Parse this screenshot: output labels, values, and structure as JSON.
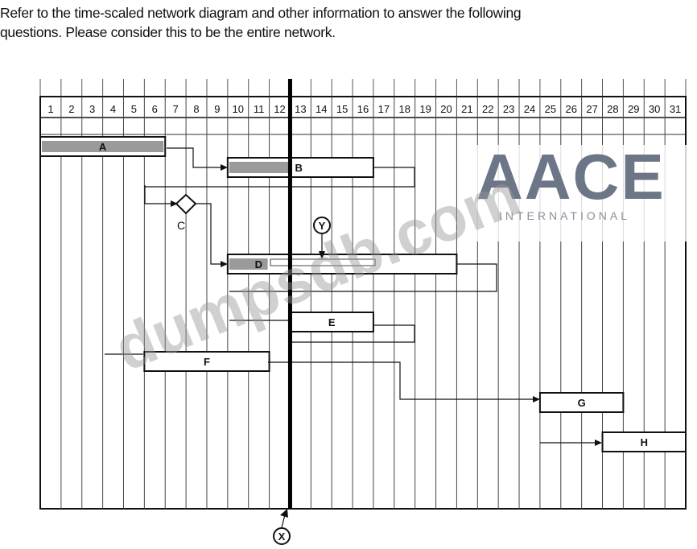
{
  "question": {
    "line1": "Refer to the time-scaled network diagram and other information to answer the following",
    "line2": "questions. Please consider this to be the entire network."
  },
  "columns": [
    "1",
    "2",
    "3",
    "4",
    "5",
    "6",
    "7",
    "8",
    "9",
    "10",
    "11",
    "12",
    "13",
    "14",
    "15",
    "16",
    "17",
    "18",
    "19",
    "20",
    "21",
    "22",
    "23",
    "24",
    "25",
    "26",
    "27",
    "28",
    "29",
    "30",
    "31"
  ],
  "activities": [
    {
      "label": "A",
      "start": 1,
      "end": 6,
      "progress_end": 6
    },
    {
      "label": "B",
      "start": 10,
      "end": 16,
      "progress_end": 12
    },
    {
      "label": "D",
      "start": 10,
      "end": 20,
      "progress_end": 11
    },
    {
      "label": "E",
      "start": 13,
      "end": 16,
      "progress_end": null
    },
    {
      "label": "F",
      "start": 6,
      "end": 11,
      "progress_end": null
    },
    {
      "label": "G",
      "start": 25,
      "end": 28,
      "progress_end": null
    },
    {
      "label": "H",
      "start": 28,
      "end": 31,
      "progress_end": null
    }
  ],
  "milestone": {
    "label": "C"
  },
  "markers": {
    "x": "X",
    "y": "Y",
    "status_day": 12
  },
  "watermark": {
    "text": "dumpsdb.com",
    "logo_big": "AACE",
    "logo_small": "INTERNATIONAL"
  }
}
